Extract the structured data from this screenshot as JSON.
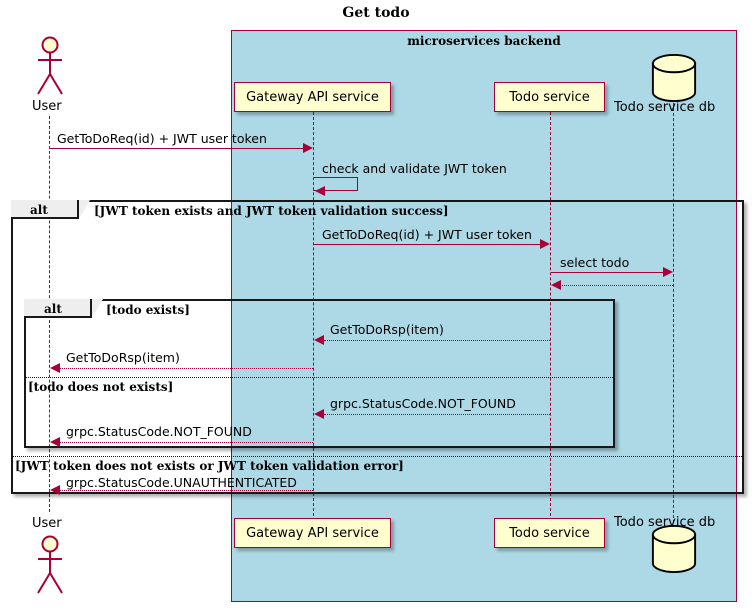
{
  "diagram": {
    "title": "Get todo",
    "type": "uml-sequence-diagram"
  },
  "group": {
    "label": "microservices backend",
    "background_color": "#ADD8E6",
    "border_color": "#A80036"
  },
  "participants": [
    {
      "id": "user",
      "label": "User",
      "kind": "actor"
    },
    {
      "id": "gateway",
      "label": "Gateway API service",
      "kind": "participant"
    },
    {
      "id": "todo",
      "label": "Todo service",
      "kind": "participant"
    },
    {
      "id": "db",
      "label": "Todo service db",
      "kind": "database"
    }
  ],
  "messages": [
    {
      "id": "m1",
      "label": "GetToDoReq(id) + JWT user token",
      "from": "user",
      "to": "gateway",
      "style": "solid"
    },
    {
      "id": "m2",
      "label": "check and validate JWT token",
      "from": "gateway",
      "to": "gateway",
      "style": "solid"
    },
    {
      "id": "m3",
      "label": "GetToDoReq(id) + JWT user token",
      "from": "gateway",
      "to": "todo",
      "style": "solid"
    },
    {
      "id": "m4",
      "label": "select todo",
      "from": "todo",
      "to": "db",
      "style": "solid"
    },
    {
      "id": "m5",
      "label": "",
      "from": "db",
      "to": "todo",
      "style": "dotted"
    },
    {
      "id": "m6",
      "label": "GetToDoRsp(item)",
      "from": "todo",
      "to": "gateway",
      "style": "dotted"
    },
    {
      "id": "m7",
      "label": "GetToDoRsp(item)",
      "from": "gateway",
      "to": "user",
      "style": "dotted"
    },
    {
      "id": "m8",
      "label": "grpc.StatusCode.NOT_FOUND",
      "from": "todo",
      "to": "gateway",
      "style": "dotted"
    },
    {
      "id": "m9",
      "label": "grpc.StatusCode.NOT_FOUND",
      "from": "gateway",
      "to": "user",
      "style": "dotted"
    },
    {
      "id": "m10",
      "label": "grpc.StatusCode.UNAUTHENTICATED",
      "from": "gateway",
      "to": "user",
      "style": "dotted"
    }
  ],
  "fragments": {
    "outer": {
      "keyword": "alt",
      "condition": "[JWT token exists and JWT token validation success]",
      "else_condition": "[JWT token does not exists or JWT token validation error]"
    },
    "inner": {
      "keyword": "alt",
      "condition": "[todo exists]",
      "else_condition": "[todo does not exists]"
    }
  },
  "colors": {
    "accent": "#A80036",
    "participant_fill": "#FEFECE",
    "group_fill": "#ADD8E6",
    "frame_stroke": "#181818",
    "tab_fill": "#EEEEEE"
  }
}
